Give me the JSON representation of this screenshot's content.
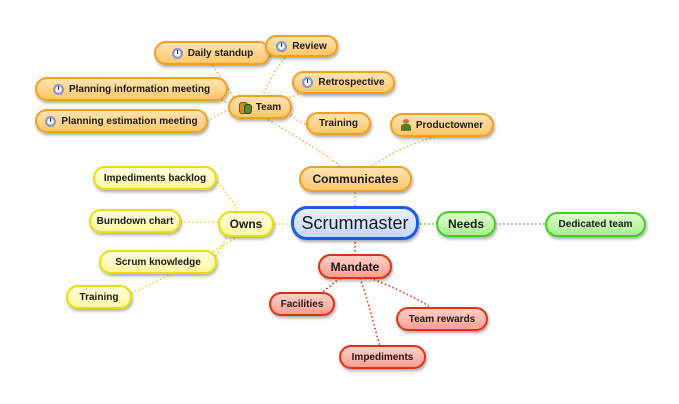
{
  "mindmap": {
    "central": "Scrummaster",
    "communicates": {
      "label": "Communicates",
      "team": {
        "label": "Team",
        "icon": "team-icon",
        "children": [
          "Daily standup",
          "Review",
          "Retrospective",
          "Planning information meeting",
          "Planning estimation meeting",
          "Training"
        ]
      },
      "productowner": {
        "label": "Productowner",
        "icon": "person-icon"
      }
    },
    "owns": {
      "label": "Owns",
      "children": [
        "Impediments backlog",
        "Burndown chart",
        "Scrum knowledge",
        "Training"
      ]
    },
    "needs": {
      "label": "Needs",
      "children": [
        "Dedicated team"
      ]
    },
    "mandate": {
      "label": "Mandate",
      "children": [
        "Facilities",
        "Team rewards",
        "Impediments"
      ]
    }
  },
  "colors": {
    "communicates": "#f0a020",
    "owns": "#e8e000",
    "needs": "#40d020",
    "mandate": "#e03010",
    "central": "#1a5ee0"
  }
}
